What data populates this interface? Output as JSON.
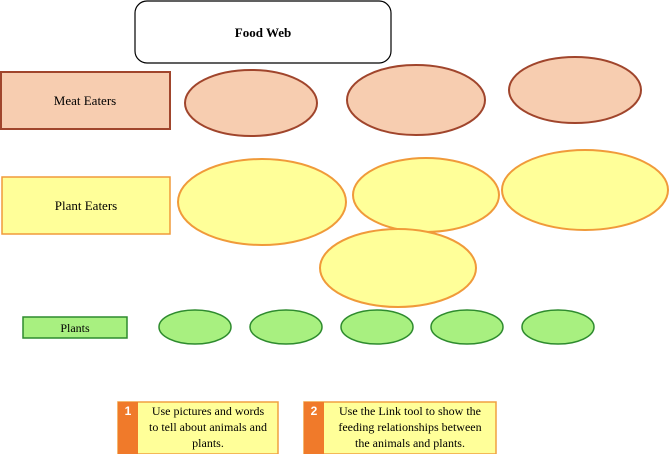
{
  "title": "Food Web",
  "colors": {
    "meat_fill": "#f7cdb0",
    "meat_stroke": "#a0452c",
    "plant_eater_fill": "#ffff99",
    "plant_eater_stroke": "#f09a3a",
    "plants_fill": "#a8f080",
    "plants_stroke": "#2e8b2e",
    "note_fill": "#ffff99",
    "note_accent": "#f07a2a",
    "note_stroke": "#f0a040"
  },
  "categories": [
    {
      "id": "meat",
      "label": "Meat Eaters",
      "slots": 3
    },
    {
      "id": "plant-eaters",
      "label": "Plant Eaters",
      "slots": 4
    },
    {
      "id": "plants",
      "label": "Plants",
      "slots": 5
    }
  ],
  "instructions": [
    {
      "number": "1",
      "lines": [
        "Use pictures and words",
        "to tell about animals and",
        "plants."
      ]
    },
    {
      "number": "2",
      "lines": [
        "Use the Link tool to show the",
        "feeding relationships between",
        "the animals and plants."
      ]
    }
  ]
}
